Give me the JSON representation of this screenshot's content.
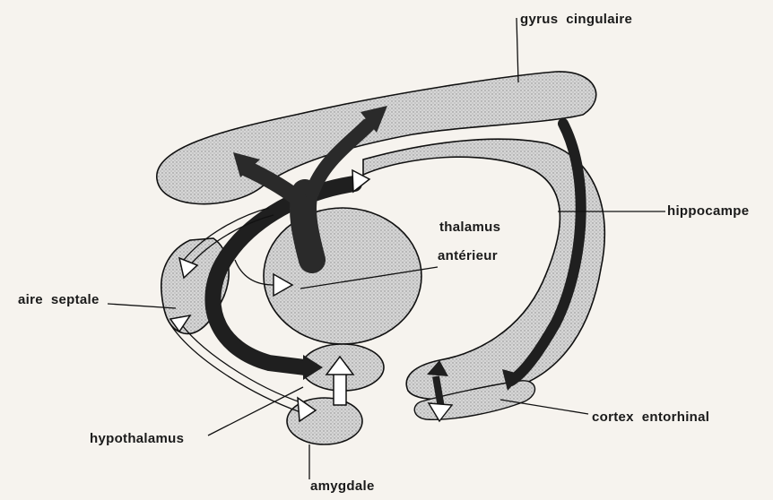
{
  "labels": {
    "gyrus_cingulaire": "gyrus  cingulaire",
    "hippocampe": "hippocampe",
    "thalamus": "thalamus",
    "anterieur": "antérieur",
    "aire_septale": "aire  septale",
    "hypothalamus": "hypothalamus",
    "amygdale": "amygdale",
    "cortex_entorhinal": "cortex  entorhinal"
  },
  "colors": {
    "background": "#f6f3ee",
    "region_fill": "#d2d2d2",
    "dark_pathway": "#1f1f1f",
    "outline": "#111111"
  }
}
